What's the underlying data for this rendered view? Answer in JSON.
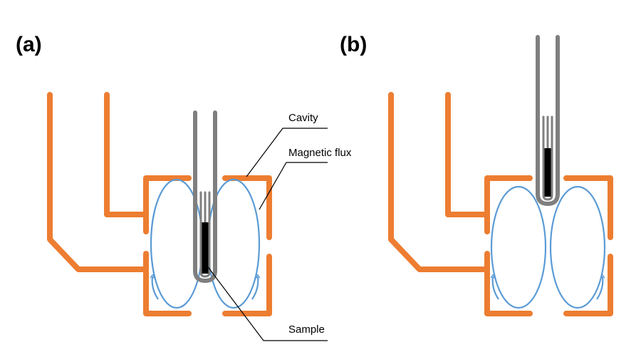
{
  "panels": {
    "a": {
      "label": "(a)"
    },
    "b": {
      "label": "(b)"
    }
  },
  "callouts": {
    "cavity": "Cavity",
    "magnetic_flux": "Magnetic flux",
    "sample": "Sample"
  },
  "colors": {
    "cavity": "#ED7D31",
    "flux": "#5B9BD5",
    "tube": "#7F7F7F",
    "sample": "#000000",
    "leader": "#000000"
  }
}
